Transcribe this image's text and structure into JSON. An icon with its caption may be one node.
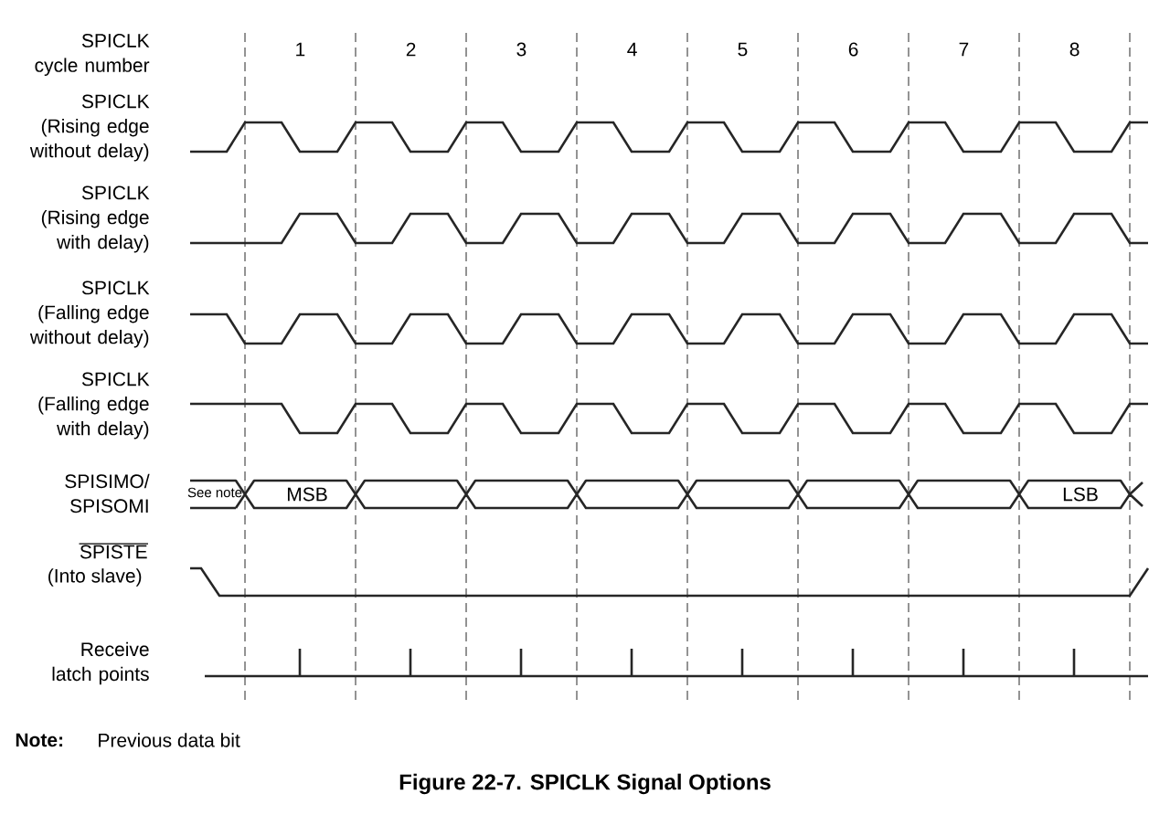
{
  "diagram": {
    "caption": "Figure 22-7. SPICLK Signal Options",
    "labels": [
      "SPICLK cycle number",
      "1",
      "2",
      "3",
      "4",
      "5",
      "6",
      "7",
      "8",
      "SPICLK (Rising edge without delay)",
      "SPICLK (Rising edge with delay)",
      "SPICLK (Falling edge without delay)",
      "SPICLK (Falling edge with delay)",
      "SPISIMO/ SPISOMI",
      "See note",
      "MSB",
      "LSB",
      "SPISTE",
      "(Into slave)",
      "Receive latch points",
      "Note:",
      "Previous data bit"
    ]
  }
}
